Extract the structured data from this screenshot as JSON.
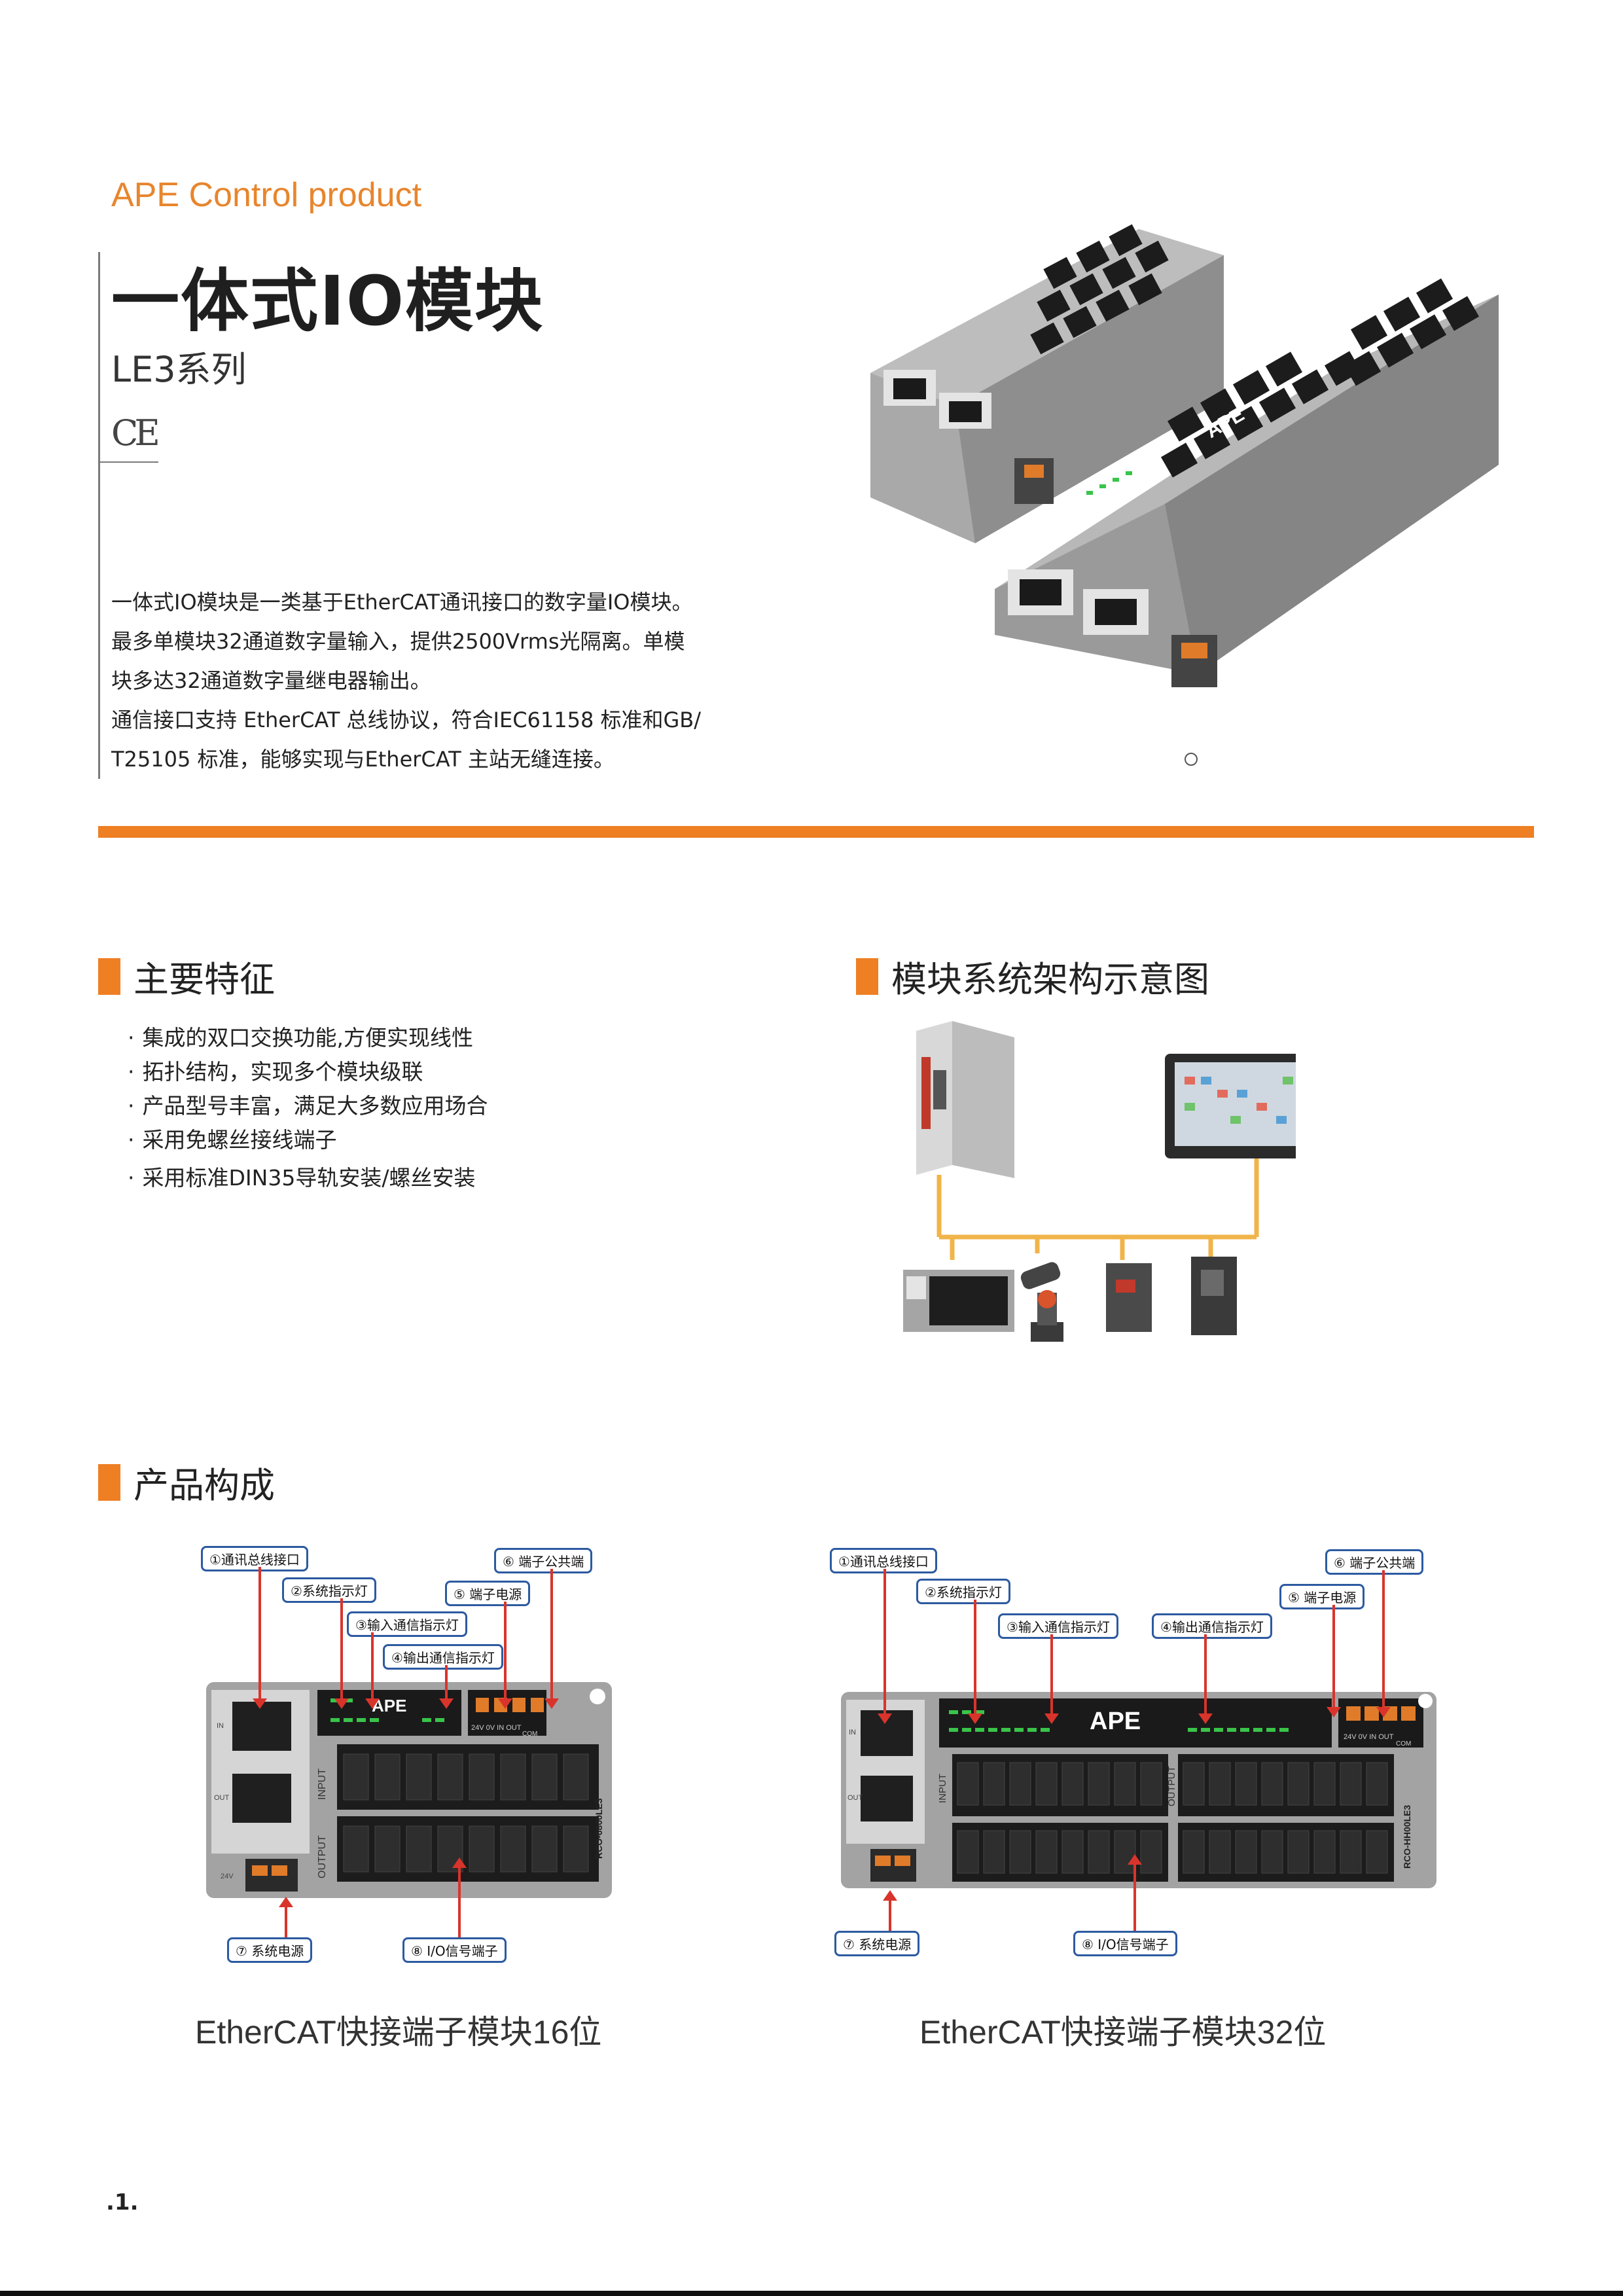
{
  "header": {
    "brand": "APE Control product",
    "title": "一体式IO模块",
    "series": "LE3系列",
    "ce_mark": "CE"
  },
  "intro": [
    "一体式IO模块是一类基于EtherCAT通讯接口的数字量IO模块。",
    "最多单模块32通道数字量输入，提供2500Vrms光隔离。单模",
    "块多达32通道数字量继电器输出。",
    "通信接口支持 EtherCAT 总线协议，符合IEC61158 标准和GB/",
    "T25105 标准，能够实现与EtherCAT 主站无缝连接。"
  ],
  "sections": {
    "features_title": "主要特征",
    "architecture_title": "模块系统架构示意图",
    "composition_title": "产品构成"
  },
  "features": [
    "集成的双口交换功能,方便实现线性",
    "拓扑结构，实现多个模块级联",
    "产品型号丰富，满足大多数应用场合",
    "采用免螺丝接线端子",
    "采用标准DIN35导轨安装/螺丝安装"
  ],
  "module16": {
    "brand": "APE",
    "side_label": "RCO-6800LE3",
    "row_in": "INPUT",
    "row_out": "OUTPUT",
    "port_in": "IN",
    "port_out": "OUT",
    "power_labels": "24V   0V   IN   OUT",
    "com_label": "COM",
    "sys_power": "24V",
    "callouts": {
      "c1": "①通讯总线接口",
      "c2": "②系统指示灯",
      "c3": "③输入通信指示灯",
      "c4": "④输出通信指示灯",
      "c5": "⑤ 端子电源",
      "c6": "⑥ 端子公共端",
      "c7": "⑦  系统电源",
      "c8": "⑧  I/O信号端子"
    },
    "caption": "EtherCAT快接端子模块16位"
  },
  "module32": {
    "brand": "APE",
    "side_label": "RCO-HH00LE3",
    "row_in": "INPUT",
    "row_out": "OUTPUT",
    "port_in": "IN",
    "port_out": "OUT",
    "power_labels": "24V   0V   IN   OUT",
    "com_label": "COM",
    "callouts": {
      "c1": "①通讯总线接口",
      "c2": "②系统指示灯",
      "c3": "③输入通信指示灯",
      "c4": "④输出通信指示灯",
      "c5": "⑤  端子电源",
      "c6": "⑥  端子公共端",
      "c7": "⑦  系统电源",
      "c8": "⑧  I/O信号端子"
    },
    "caption": "EtherCAT快接端子模块32位"
  },
  "hero_module_label": "APE",
  "page_number": ".1.",
  "colors": {
    "accent": "#ee7f23",
    "callout_border": "#2c5aa0",
    "arrow": "#d9342b",
    "bus": "#f0b44a"
  }
}
